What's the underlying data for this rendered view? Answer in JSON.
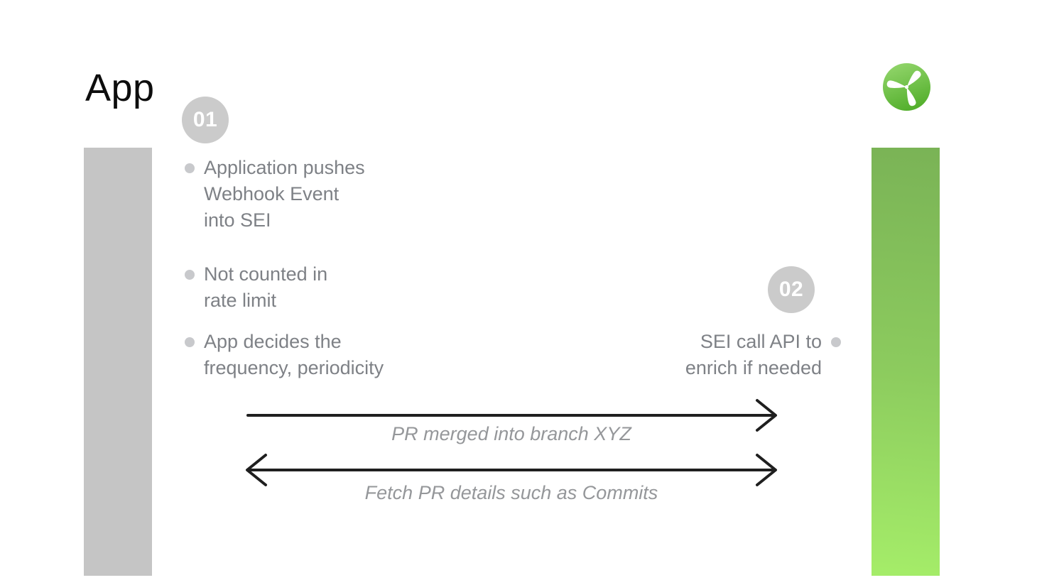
{
  "title": "App",
  "logo": {
    "icon": "propeller-icon",
    "bg_top_color": "#95d76e",
    "bg_bottom_color": "#55b02e"
  },
  "lanes": {
    "left_bar_color": "#c5c5c5",
    "right_bar_top_color": "#7ab356",
    "right_bar_bottom_color": "#a5ed69"
  },
  "colors": {
    "muted_text": "#7e8186",
    "step_circle": "#cbcbcb",
    "arrow": "#1f1f1f",
    "italic_label": "#95979a"
  },
  "steps": [
    {
      "number": "01",
      "bullets": [
        "Application pushes\nWebhook Event\ninto SEI",
        "Not counted in\nrate limit",
        "App decides the\nfrequency, periodicity"
      ]
    },
    {
      "number": "02",
      "bullets": [
        "SEI call API to\nenrich if needed"
      ]
    }
  ],
  "arrows": [
    {
      "label": "PR merged into branch XYZ",
      "direction": "right"
    },
    {
      "label": "Fetch PR details such as Commits",
      "direction": "both"
    }
  ]
}
